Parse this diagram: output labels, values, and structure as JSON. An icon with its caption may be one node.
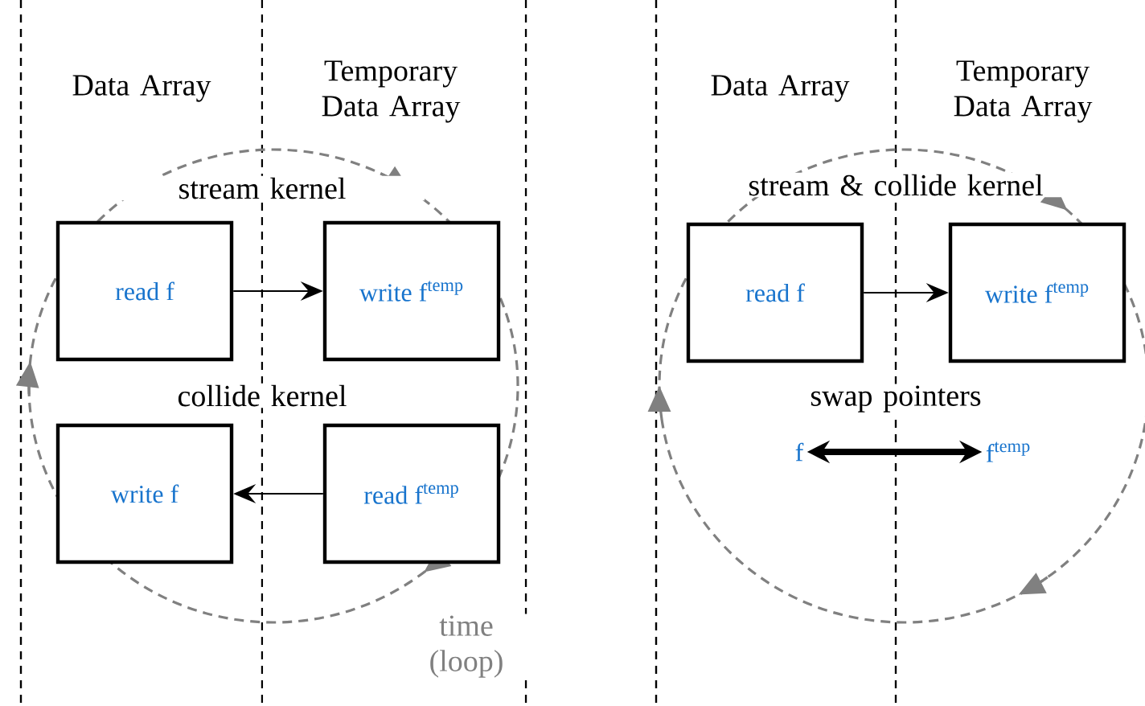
{
  "diagram": {
    "nodes": [
      {
        "text": [
          "read f"
        ]
      },
      {
        "text": [
          "write f$^{temp}$"
        ]
      },
      {
        "text": [
          "write f"
        ]
      },
      {
        "text": [
          "read f$^{temp}$"
        ]
      },
      {
        "text": [
          "read f"
        ]
      },
      {
        "text": [
          "write f$^{temp}$"
        ]
      },
      {
        "text": [
          "f"
        ]
      },
      {
        "text": [
          "f$^{temp}$"
        ]
      }
    ],
    "edges": [
      {
        "from": 0,
        "to": 1,
        "arrow": "to"
      },
      {
        "from": 3,
        "to": 2,
        "arrow": "to"
      },
      {
        "from": 4,
        "to": 5,
        "arrow": "to"
      },
      {
        "from": 6,
        "to": 7,
        "arrow": "both",
        "style": "thick"
      }
    ],
    "labels": [
      "Data Array",
      "Temporary Data Array",
      "stream kernel",
      "collide kernel",
      "time (loop)",
      "Data Array",
      "Temporary Data Array",
      "stream & collide kernel",
      "swap pointers"
    ]
  }
}
